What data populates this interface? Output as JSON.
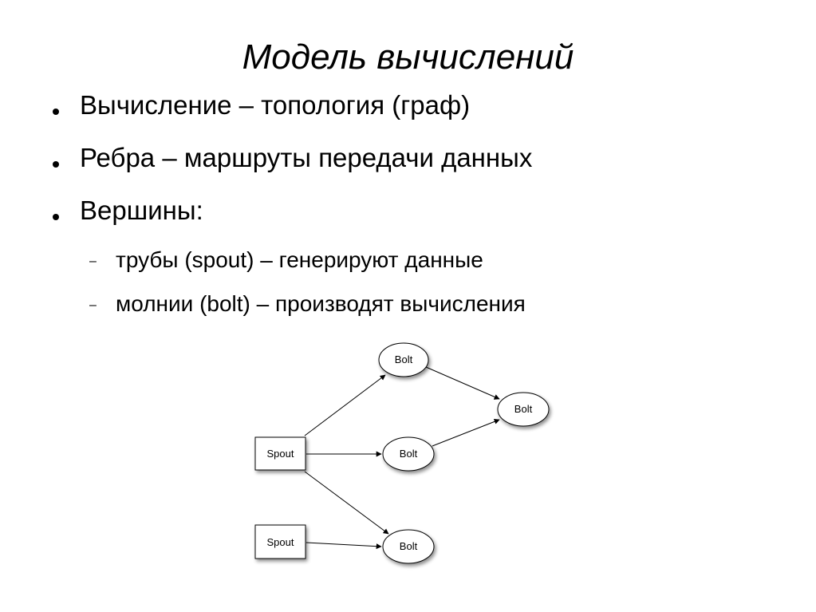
{
  "title": "Модель вычислений",
  "bullets": [
    {
      "text": "Вычисление – топология (граф)"
    },
    {
      "text": "Ребра – маршруты передачи данных"
    },
    {
      "text": "Вершины:"
    }
  ],
  "sub_bullets": [
    {
      "marker": "–",
      "text": "трубы (spout) – генерируют данные"
    },
    {
      "marker": "–",
      "text": "молнии (bolt) – производят вычисления"
    }
  ],
  "diagram": {
    "nodes": [
      {
        "id": "spout1",
        "type": "spout",
        "label": "Spout"
      },
      {
        "id": "spout2",
        "type": "spout",
        "label": "Spout"
      },
      {
        "id": "bolt_top",
        "type": "bolt",
        "label": "Bolt"
      },
      {
        "id": "bolt_mid",
        "type": "bolt",
        "label": "Bolt"
      },
      {
        "id": "bolt_right",
        "type": "bolt",
        "label": "Bolt"
      },
      {
        "id": "bolt_bottom",
        "type": "bolt",
        "label": "Bolt"
      }
    ],
    "edges": [
      {
        "from": "spout1",
        "to": "bolt_top"
      },
      {
        "from": "spout1",
        "to": "bolt_mid"
      },
      {
        "from": "spout1",
        "to": "bolt_bottom"
      },
      {
        "from": "spout2",
        "to": "bolt_bottom"
      },
      {
        "from": "bolt_top",
        "to": "bolt_right"
      },
      {
        "from": "bolt_mid",
        "to": "bolt_right"
      }
    ]
  }
}
